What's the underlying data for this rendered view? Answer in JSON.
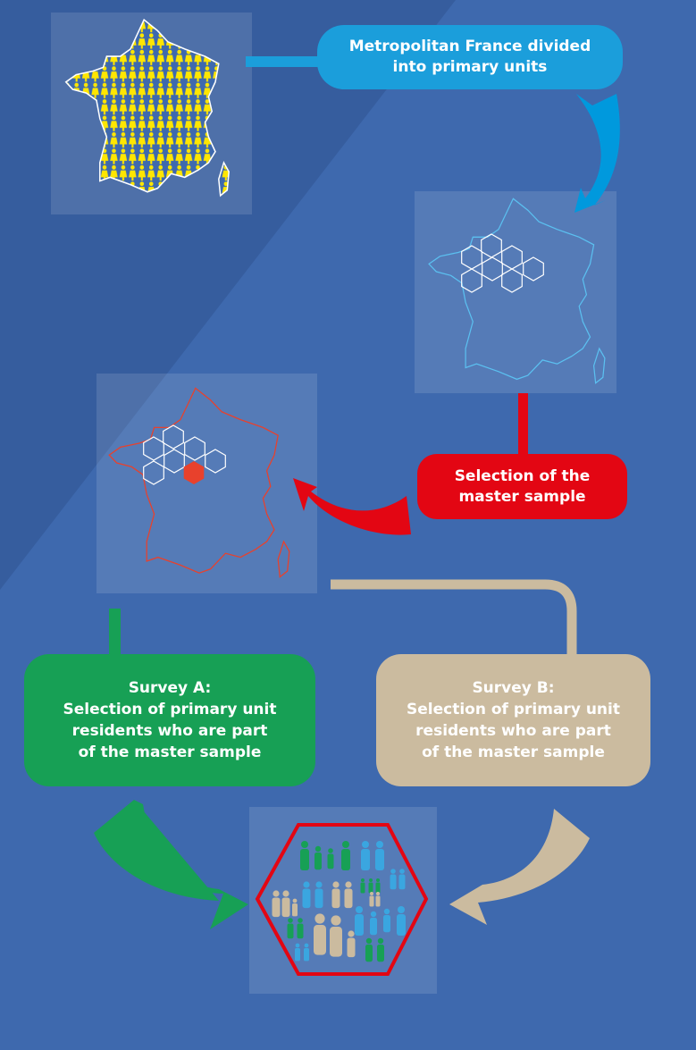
{
  "steps": {
    "divided": {
      "label_line1": "Metropolitan France divided",
      "label_line2": "into primary units"
    },
    "selection": {
      "label_line1": "Selection of the",
      "label_line2": "master sample"
    },
    "survey_a": {
      "title": "Survey A:",
      "line1": "Selection of primary unit",
      "line2": "residents who are part",
      "line3": "of the master sample"
    },
    "survey_b": {
      "title": "Survey B:",
      "line1": "Selection of primary unit",
      "line2": "residents who are part",
      "line3": "of the master sample"
    }
  },
  "colors": {
    "background": "#3e69ae",
    "background_dark": "#365d9e",
    "blue": "#1b9edb",
    "red": "#e30613",
    "green": "#17a055",
    "beige": "#cbbb9f",
    "yellow": "#ffe600",
    "light_blue": "#5bc0f0"
  }
}
